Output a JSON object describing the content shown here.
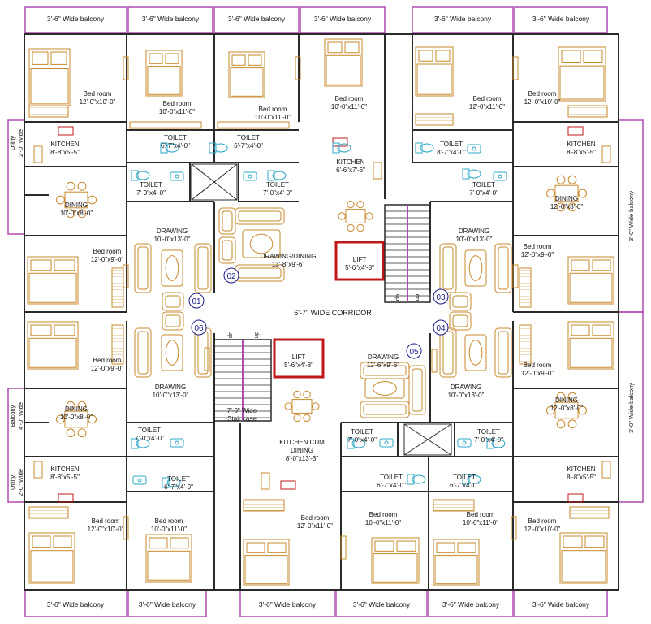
{
  "colors": {
    "wall": "#2a2a2a",
    "balcony": "#b04ab0",
    "furniture": "#c8892a",
    "lift": "#c01818",
    "stair": "#b04ab0",
    "fixture": "#2aa8c8",
    "label": "#111111"
  },
  "balconies": {
    "top_1": "3'-6\" Wide balcony",
    "top_2": "3'-6\" Wide balcony",
    "top_3": "3'-6\" Wide balcony",
    "top_4": "3'-6\" Wide balcony",
    "top_5": "3'-6\" Wide balcony",
    "top_6": "3'-6\" Wide balcony",
    "bottom_1": "3'-6\" Wide balcony",
    "bottom_2": "3'-6\" Wide balcony",
    "bottom_3": "3'-6\" Wide balcony",
    "bottom_4": "3'-6\" Wide balcony",
    "bottom_5": "3'-6\" Wide balcony",
    "bottom_6": "3'-6\" Wide balcony",
    "right_top": "3'-0\" Wide balcony",
    "right_bottom": "3'-0\" Wide balcony",
    "left_balcony": "Balcony\n4'-0\" Wide",
    "utility_top": "Utility\n2'-0\" Wide",
    "utility_bottom": "Utility\n2'-0\" Wide"
  },
  "rooms": {
    "bed_tl": [
      "Bed room",
      "12'-0\"x10'-0\""
    ],
    "bed_t2": [
      "Bed room",
      "10'-0\"x11'-0\""
    ],
    "bed_t3": [
      "Bed room",
      "10'-0\"x11'-0\""
    ],
    "bed_t4": [
      "Bed room",
      "10'-0\"x11'-0\""
    ],
    "bed_t5": [
      "Bed room",
      "12'-0\"x11'-0\""
    ],
    "bed_tr": [
      "Bed room",
      "12'-0\"x10'-0\""
    ],
    "toilet_t1": [
      "TOILET",
      "6'-7\"x4'-0\""
    ],
    "toilet_t2": [
      "TOILET",
      "6'-7\"x4'-0\""
    ],
    "toilet_t3": [
      "TOILET",
      "7'-0\"x4'-0\""
    ],
    "toilet_t4": [
      "TOILET",
      "7'-0\"x4'-0\""
    ],
    "toilet_t5": [
      "TOILET",
      "8'-7\"x4'-0\""
    ],
    "toilet_t6": [
      "TOILET",
      "7'-0\"x4'-0\""
    ],
    "kitchen_tl": [
      "KITCHEN",
      "8'-8\"x5'-5\""
    ],
    "kitchen_tc": [
      "KITCHEN",
      "6'-6\"x7'-6\""
    ],
    "kitchen_tr": [
      "KITCHEN",
      "8'-8\"x5'-5\""
    ],
    "dining_tl": [
      "DINING",
      "10'-0\"x8'-0\""
    ],
    "dining_tr": [
      "DINING",
      "12'-0\"x8'-0\""
    ],
    "drawing_01": [
      "DRAWING",
      "10'-0\"x13'-0\""
    ],
    "drawing_02": [
      "DRAWING/DINING",
      "13'-8\"x9'-6\""
    ],
    "drawing_03": [
      "DRAWING",
      "10'-0\"x13'-0\""
    ],
    "lift_top": [
      "LIFT",
      "5'-6\"x4'-8\""
    ],
    "bed_ml": [
      "Bed room",
      "12'-0\"x9'-0\""
    ],
    "bed_mr": [
      "Bed room",
      "12'-0\"x9'-0\""
    ],
    "corridor": "6'-7\" WIDE CORRIDOR",
    "bed_ml2": [
      "Bed room",
      "12'-0\"x9'-0\""
    ],
    "bed_mr2": [
      "Bed room",
      "12'-0\"x9'-0\""
    ],
    "lift_bottom": [
      "LIFT",
      "5'-6\"x4'-8\""
    ],
    "drawing_05": [
      "DRAWING",
      "12'-6\"x9'-6\""
    ],
    "drawing_06": [
      "DRAWING",
      "10'-0\"x13'-0\""
    ],
    "drawing_04": [
      "DRAWING",
      "10'-0\"x13'-0\""
    ],
    "stair": [
      "7'-0\" Wide",
      "Stair case"
    ],
    "dining_bl": [
      "DINING",
      "10'-0\"x8'-0\""
    ],
    "dining_br": [
      "DINING",
      "12'-0\"x8'-0\""
    ],
    "kitchen_cum": [
      "KITCHEN CUM",
      "DINING",
      "8'-0\"x13'-3\""
    ],
    "toilet_b1": [
      "TOILET",
      "7'-0\"x4'-0\""
    ],
    "toilet_b2": [
      "TOILET",
      "6'-7\"x4'-0\""
    ],
    "toilet_b3": [
      "TOILET",
      "7'-0\"x4'-0\""
    ],
    "toilet_b4": [
      "TOILET",
      "7'-0\"x4'-0\""
    ],
    "toilet_b5": [
      "TOILET",
      "6'-7\"x4'-0\""
    ],
    "toilet_b6": [
      "TOILET",
      "6'-7\"x4'-0\""
    ],
    "kitchen_bl": [
      "KITCHEN",
      "8'-8\"x5'-5\""
    ],
    "kitchen_br": [
      "KITCHEN",
      "8'-8\"x5'-5\""
    ],
    "bed_bl": [
      "Bed room",
      "12'-0\"x10'-0\""
    ],
    "bed_b2": [
      "Bed room",
      "10'-0\"x11'-0\""
    ],
    "bed_b3": [
      "Bed room",
      "12'-0\"x11'-0\""
    ],
    "bed_b4": [
      "Bed room",
      "10'-0\"x11'-0\""
    ],
    "bed_b5": [
      "Bed room",
      "10'-0\"x11'-0\""
    ],
    "bed_br": [
      "Bed room",
      "12'-0\"x10'-0\""
    ]
  },
  "flats": [
    "01",
    "02",
    "03",
    "04",
    "05",
    "06"
  ],
  "stair_marks": {
    "dn": "dn",
    "up": "up"
  }
}
